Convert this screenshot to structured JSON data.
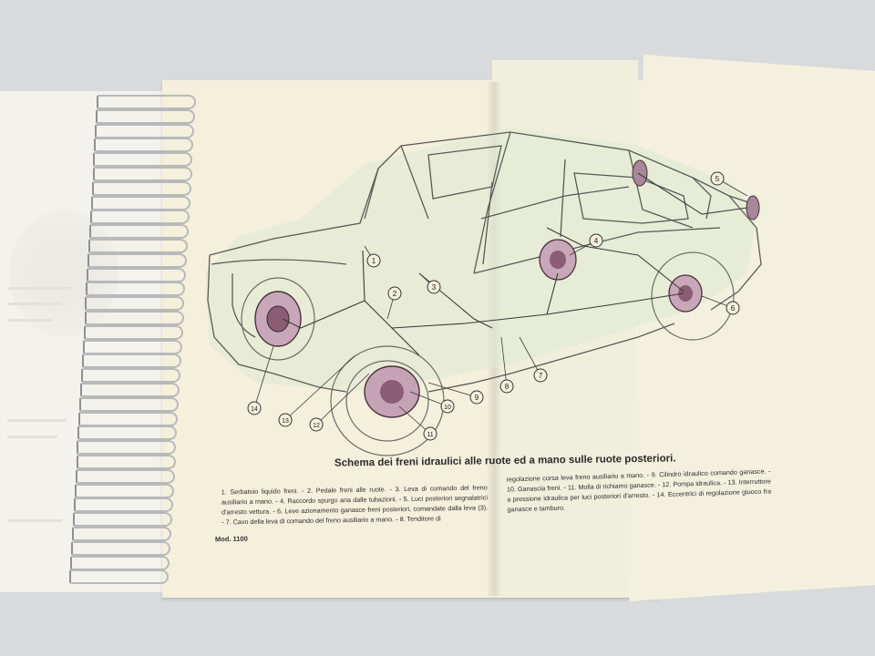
{
  "caption": {
    "title": "Schema dei freni idraulici alle ruote ed a mano sulle ruote posteriori.",
    "col_left": "1. Serbatoio liquido freni. - 2. Pedale freni alle ruote. - 3. Leva di comando del freno ausiliario a mano. - 4. Raccordo spurgo aria dalle tubazioni. - 5. Luci posteriori segnalatrici d'arresto vettura. - 6. Leve azionamento ganasce freni posteriori, comandate dalla leva (3). - 7. Cavo della leva di comando del freno ausiliario a mano. - 8. Tenditore di",
    "col_right": "regolazione corsa leva freno ausiliario a mano. - 9. Cilindro idraulico comando ganasce. - 10. Ganascia freni. - 11. Molla di richiamo ganasce. - 12. Pompa idraulica. - 13. Interruttore a pressione idraulica per luci posteriori d'arresto. - 14. Eccentrici di regolazione giuoco fra ganasce e tamburo."
  },
  "footer": {
    "model": "Mod. 1100"
  },
  "callouts": [
    "1",
    "2",
    "3",
    "4",
    "5",
    "6",
    "7",
    "8",
    "9",
    "10",
    "11",
    "12",
    "13",
    "14"
  ]
}
